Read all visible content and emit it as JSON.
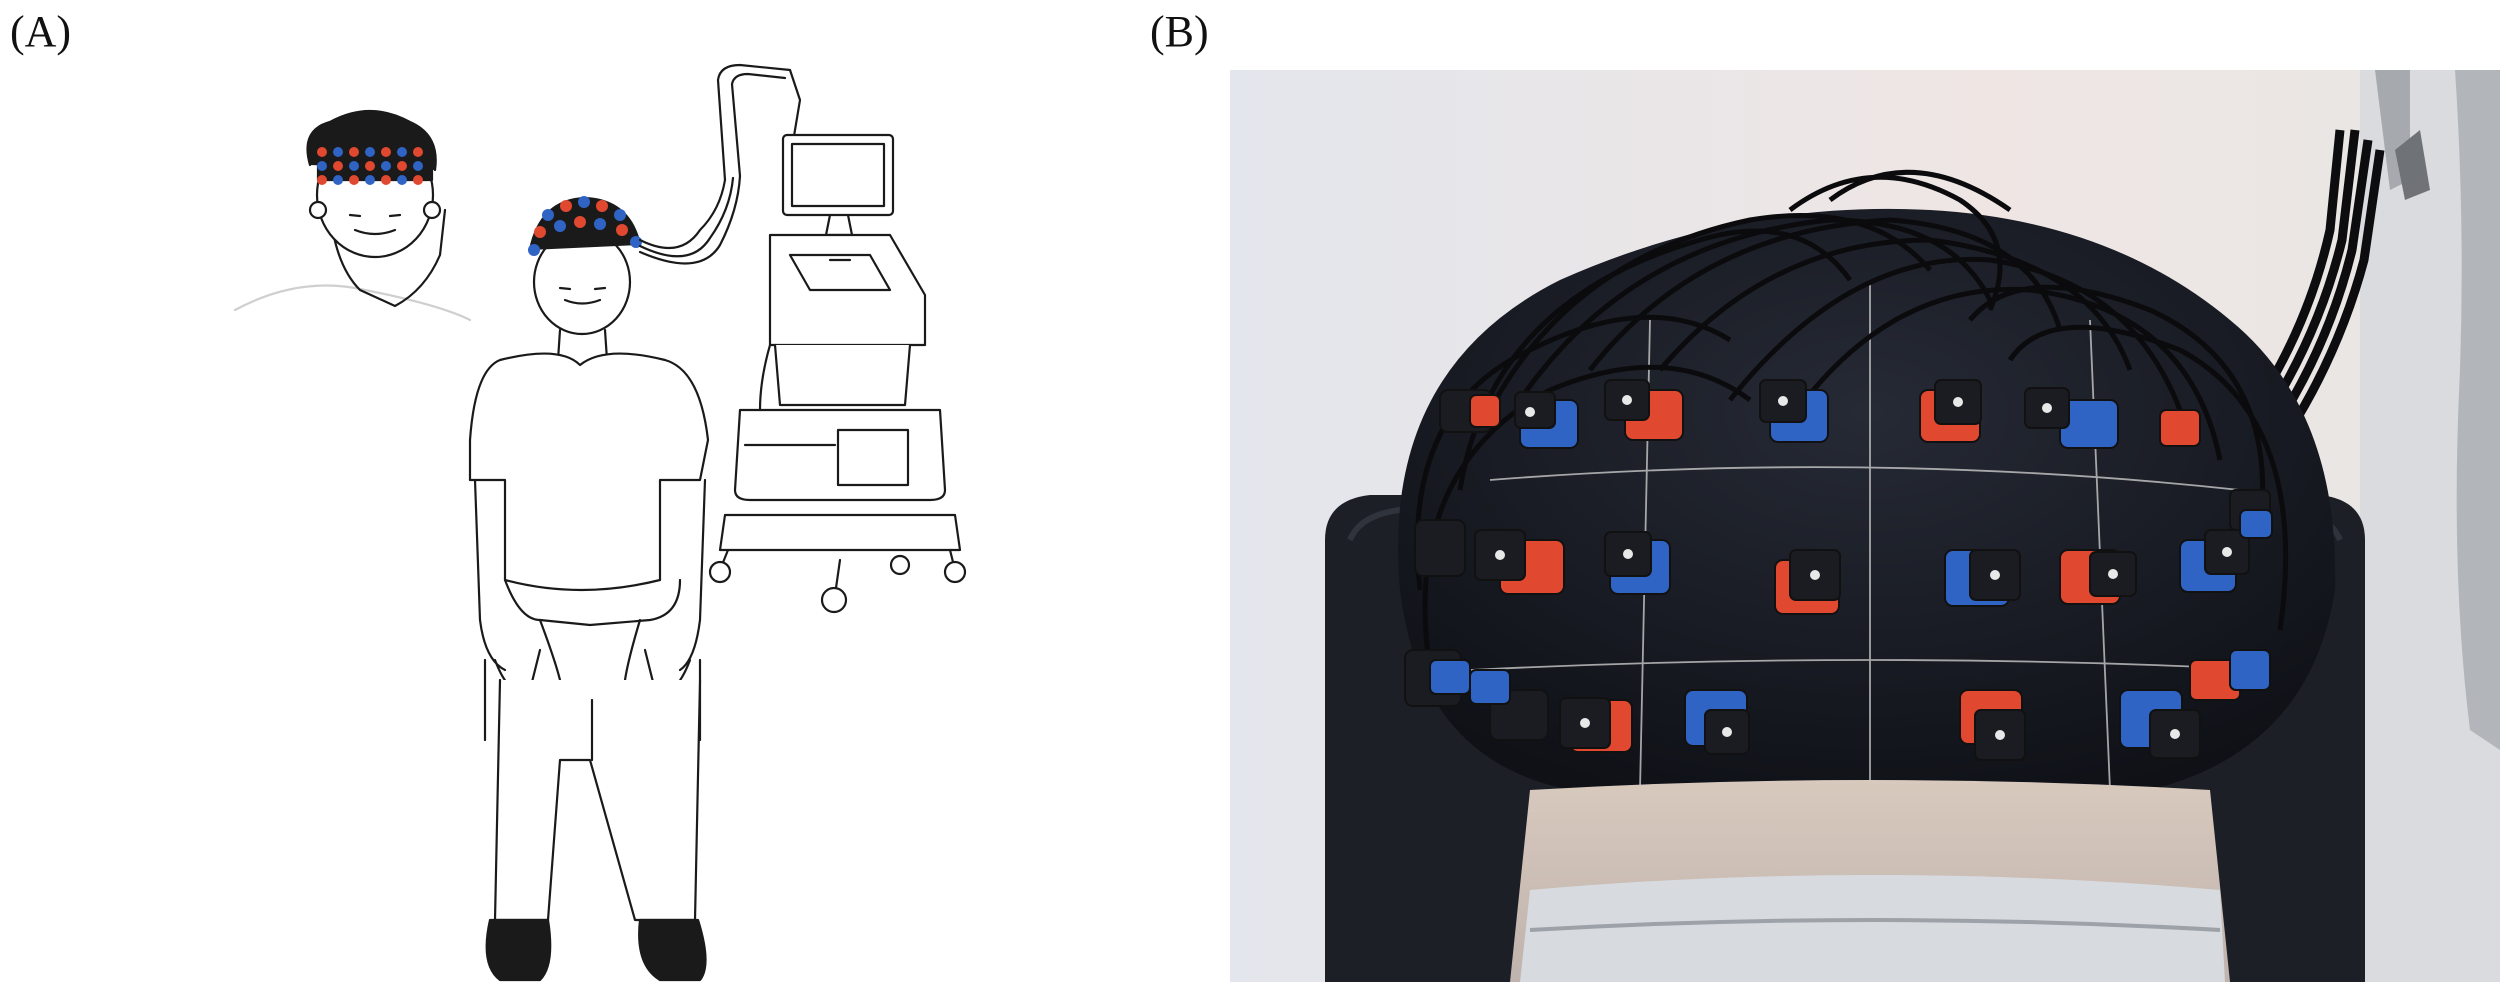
{
  "figure": {
    "panel_a_label": "(A)",
    "panel_b_label": "(B)"
  },
  "colors": {
    "optode_red": "#e0482f",
    "optode_blue": "#2f63c4",
    "cap_black": "#16181f",
    "cable_black": "#0d0d0f",
    "headrest_dark": "#1c1f26",
    "wall_light": "#ece9ea",
    "line_art": "#1a1a1a"
  },
  "icons": {
    "subject": "seated-person-line-art",
    "device": "fnirs-cart-line-art",
    "head_inset": "head-with-optode-grid",
    "photo": "fnirs-cap-photo"
  }
}
